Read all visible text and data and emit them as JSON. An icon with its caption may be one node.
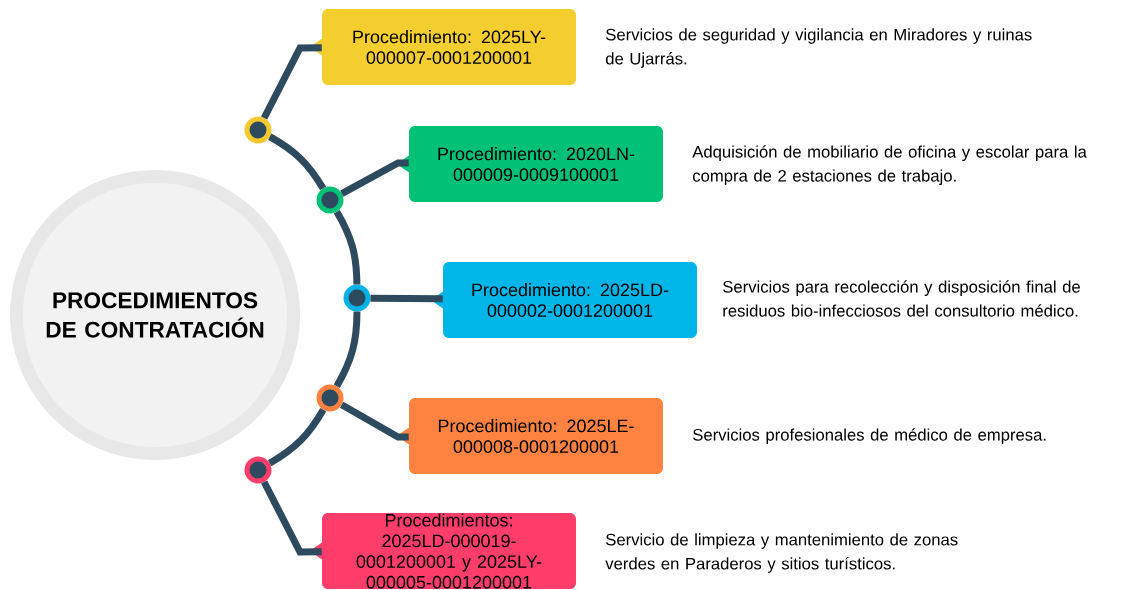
{
  "diagram": {
    "nodes": [
      {
        "text": [
          "PROCEDIMIENTOS DE CONTRATACIÓN"
        ]
      },
      {
        "text": [],
        "shape": "circle"
      },
      {
        "text": [
          "Procedimiento: 2025LY-000007-0001200001"
        ],
        "beside": [
          "Servicios de seguridad y vigilancia en Miradores y ruinas de Ujarrás."
        ]
      },
      {
        "text": [],
        "shape": "circle"
      },
      {
        "text": [
          "Procedimiento: 2020LN-000009-0009100001"
        ],
        "beside": [
          "Adquisición de mobiliario de oficina y escolar para la compra de 2 estaciones de trabajo."
        ]
      },
      {
        "text": [],
        "shape": "circle"
      },
      {
        "text": [
          "Procedimiento: 2025LD-000002-0001200001"
        ],
        "beside": [
          "Servicios para recolección y disposición final de residuos bio-infecciosos del consultorio médico."
        ]
      },
      {
        "text": [],
        "shape": "circle"
      },
      {
        "text": [
          "Procedimiento: 2025LE-000008-0001200001"
        ],
        "beside": [
          "Servicios profesionales de médico de empresa."
        ]
      },
      {
        "text": [],
        "shape": "circle"
      },
      {
        "text": [
          "Procedimientos: 2025LD-000019-0001200001 y 2025LY-000005-0001200001"
        ],
        "beside": [
          "Servicio de limpieza y mantenimiento de zonas verdes en Paraderos y sitios turísticos."
        ]
      }
    ],
    "edges": [
      {
        "from": 1,
        "to": 2,
        "arrow": "none"
      },
      {
        "from": 3,
        "to": 4,
        "arrow": "none"
      },
      {
        "from": 5,
        "to": 6,
        "arrow": "none"
      },
      {
        "from": 7,
        "to": 8,
        "arrow": "none"
      },
      {
        "from": 9,
        "to": 10,
        "arrow": "none"
      },
      {
        "from": 1,
        "to": 3,
        "arrow": "none"
      },
      {
        "from": 3,
        "to": 5,
        "arrow": "none"
      },
      {
        "from": 5,
        "to": 7,
        "arrow": "none"
      },
      {
        "from": 7,
        "to": 9,
        "arrow": "none"
      }
    ]
  }
}
